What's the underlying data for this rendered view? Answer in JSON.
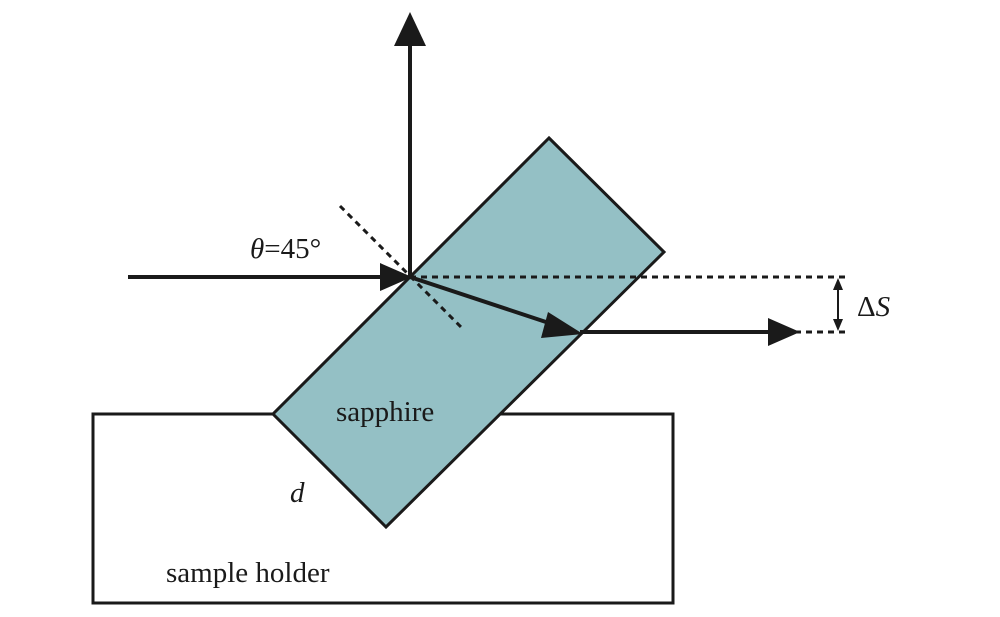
{
  "labels": {
    "angle_symbol": "θ",
    "angle_value": "=45°",
    "shift_delta": "Δ",
    "shift_symbol": "S",
    "crystal": "sapphire",
    "thickness": "d",
    "holder": "sample holder"
  },
  "colors": {
    "crystal_fill": "#94c0c5",
    "stroke": "#1a1a1a",
    "background": "#ffffff"
  }
}
